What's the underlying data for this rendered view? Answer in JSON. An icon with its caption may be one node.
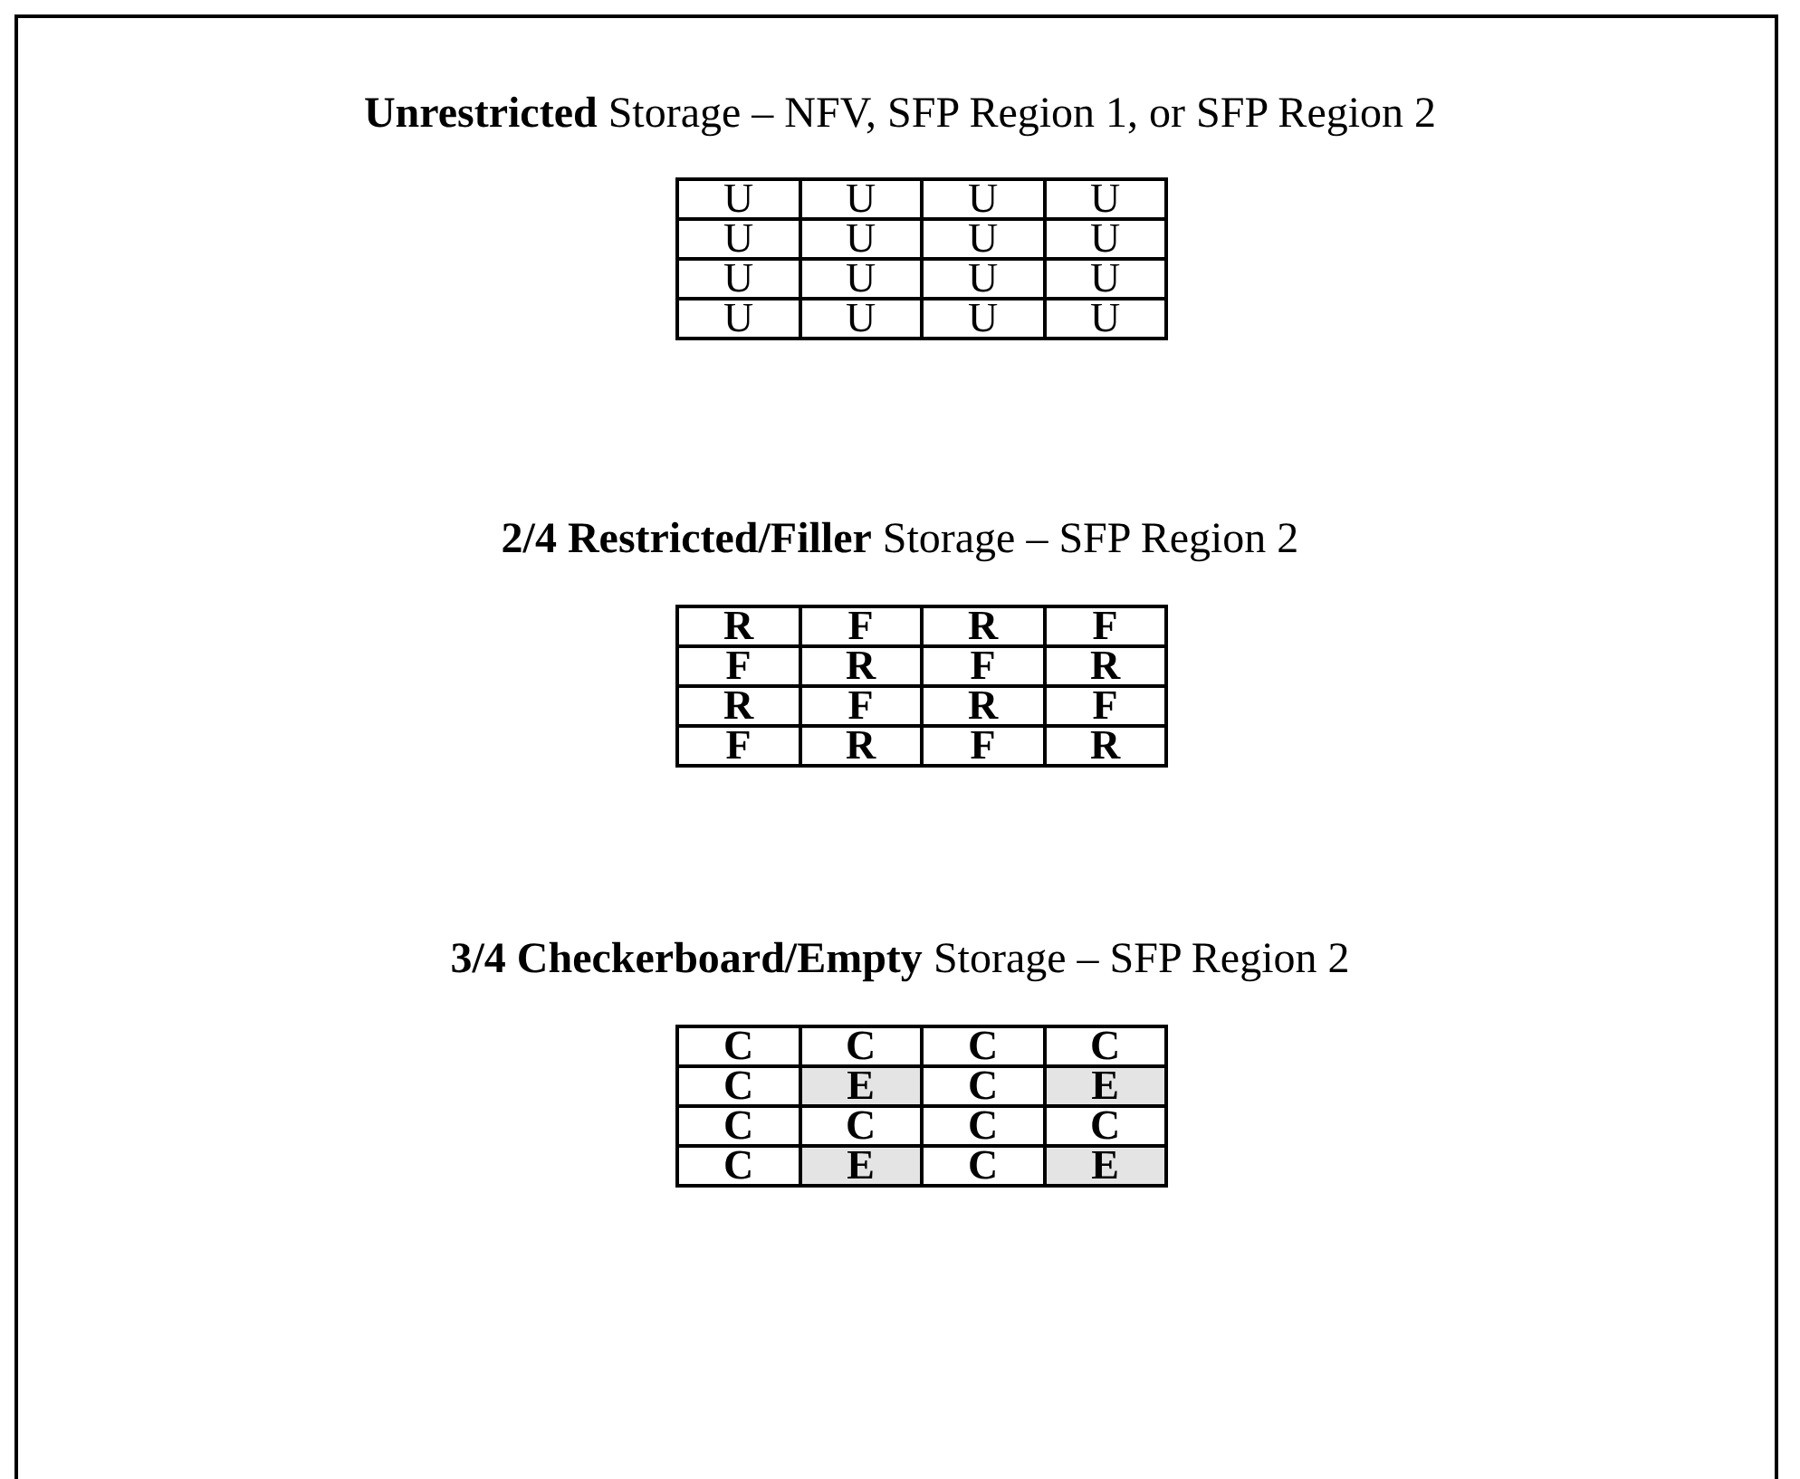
{
  "diagram": {
    "labels": [
      "**Unrestricted** Storage – NFV, SFP Region 1, or SFP Region 2",
      "U",
      "U",
      "U",
      "U",
      "U",
      "U",
      "U",
      "U",
      "U",
      "U",
      "U",
      "U",
      "U",
      "U",
      "U",
      "U",
      "**2/4 Restricted/Filler** Storage – SFP Region 2",
      "R",
      "F",
      "R",
      "F",
      "F",
      "R",
      "F",
      "R",
      "R",
      "F",
      "R",
      "F",
      "F",
      "R",
      "F",
      "R",
      "**3/4 Checkerboard/Empty** Storage – SFP Region 2",
      "C",
      "C",
      "C",
      "C",
      "C",
      "E",
      "C",
      "E",
      "C",
      "C",
      "C",
      "C",
      "C",
      "E",
      "C",
      "E"
    ]
  }
}
